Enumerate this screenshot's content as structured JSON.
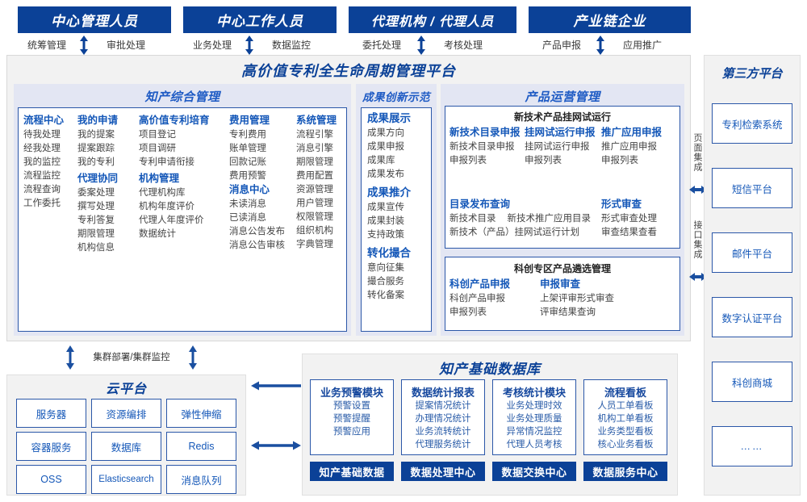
{
  "top_roles": [
    {
      "title": "中心管理人员",
      "left_action": "统筹管理",
      "right_action": "审批处理"
    },
    {
      "title": "中心工作人员",
      "left_action": "业务处理",
      "right_action": "数据监控"
    },
    {
      "title": "代理机构 / 代理人员",
      "left_action": "委托处理",
      "right_action": "考核处理"
    },
    {
      "title": "产业链企业",
      "left_action": "产品申报",
      "right_action": "应用推广"
    }
  ],
  "platform": {
    "title": "高价值专利全生命周期管理平台",
    "groups": {
      "ip_management": {
        "title": "知产综合管理",
        "columns": [
          {
            "sections": [
              {
                "head": "流程中心",
                "items": [
                  "待我处理",
                  "经我处理",
                  "我的监控",
                  "流程监控",
                  "流程查询",
                  "工作委托"
                ]
              }
            ]
          },
          {
            "sections": [
              {
                "head": "我的申请",
                "items": [
                  "我的提案",
                  "提案跟踪",
                  "我的专利"
                ]
              },
              {
                "head": "代理协同",
                "items": [
                  "委案处理",
                  "撰写处理",
                  "专利答复",
                  "期限管理",
                  "机构信息"
                ]
              }
            ]
          },
          {
            "sections": [
              {
                "head": "高价值专利培育",
                "items": [
                  "项目登记",
                  "项目调研",
                  "专利申请衔接"
                ]
              },
              {
                "head": "机构管理",
                "items": [
                  "代理机构库",
                  "机构年度评价",
                  "代理人年度评价",
                  "数据统计"
                ]
              }
            ]
          },
          {
            "sections": [
              {
                "head": "费用管理",
                "items": [
                  "专利费用",
                  "账单管理",
                  "回款记账",
                  "费用预警"
                ]
              },
              {
                "head": "消息中心",
                "items": [
                  "未读消息",
                  "已读消息",
                  "消息公告发布",
                  "消息公告审核"
                ]
              }
            ]
          },
          {
            "sections": [
              {
                "head": "系统管理",
                "items": [
                  "流程引擎",
                  "消息引擎",
                  "期限管理",
                  "费用配置",
                  "资源管理",
                  "用户管理",
                  "权限管理",
                  "组织机构",
                  "字典管理"
                ]
              }
            ]
          }
        ]
      },
      "achievement": {
        "title": "成果创新示范",
        "sections": [
          {
            "head": "成果展示",
            "items": [
              "成果方向",
              "成果申报",
              "成果库",
              "成果发布"
            ]
          },
          {
            "head": "成果推介",
            "items": [
              "成果宣传",
              "成果封装",
              "支持政策"
            ]
          },
          {
            "head": "转化撮合",
            "items": [
              "意向征集",
              "撮合服务",
              "转化备案"
            ]
          }
        ]
      },
      "product_ops": {
        "title": "产品运营管理",
        "sub_panels": [
          {
            "title": "新技术产品挂网试运行",
            "row1": [
              {
                "head": "新技术目录申报",
                "items": [
                  "新技术目录申报",
                  "申报列表"
                ]
              },
              {
                "head": "挂网试运行申报",
                "items": [
                  "挂网试运行申报",
                  "申报列表"
                ]
              },
              {
                "head": "推广应用申报",
                "items": [
                  "推广应用申报",
                  "申报列表"
                ]
              }
            ],
            "row2_left": {
              "head": "目录发布查询",
              "items_line1": [
                "新技术目录",
                "新技术推广应用目录"
              ],
              "items_line2": [
                "新技术（产品）挂网试运行计划"
              ]
            },
            "row2_right": {
              "head": "形式审查",
              "items": [
                "形式审查处理",
                "审查结果查看"
              ]
            }
          },
          {
            "title": "科创专区产品遴选管理",
            "columns": [
              {
                "head": "科创产品申报",
                "items": [
                  "科创产品申报",
                  "申报列表"
                ]
              },
              {
                "head": "申报审查",
                "items": [
                  "上架评审形式审查",
                  "评审结果查询"
                ]
              }
            ]
          }
        ]
      }
    },
    "integration_labels": [
      "页面集成",
      "接口集成"
    ]
  },
  "third_party": {
    "title": "第三方平台",
    "items": [
      "专利检索系统",
      "短信平台",
      "邮件平台",
      "数字认证平台",
      "科创商城",
      "……"
    ]
  },
  "cloud": {
    "cluster_label": "集群部署/集群监控",
    "title": "云平台",
    "cells": [
      "服务器",
      "资源编排",
      "弹性伸缩",
      "容器服务",
      "数据库",
      "Redis",
      "OSS",
      "Elasticsearch",
      "消息队列"
    ]
  },
  "database": {
    "title": "知产基础数据库",
    "columns": [
      {
        "head": "业务预警模块",
        "items": [
          "预警设置",
          "预警提醒",
          "预警应用"
        ],
        "footer": "知产基础数据"
      },
      {
        "head": "数据统计报表",
        "items": [
          "提案情况统计",
          "办理情况统计",
          "业务流转统计",
          "代理服务统计"
        ],
        "footer": "数据处理中心"
      },
      {
        "head": "考核统计模块",
        "items": [
          "业务处理时效",
          "业务处理质量",
          "异常情况监控",
          "代理人员考核"
        ],
        "footer": "数据交换中心"
      },
      {
        "head": "流程看板",
        "items": [
          "人员工单看板",
          "机构工单看板",
          "业务类型看板",
          "核心业务看板"
        ],
        "footer": "数据服务中心"
      }
    ]
  },
  "colors": {
    "header_blue": "#0B4197",
    "accent_blue": "#1457B8",
    "panel_tint": "#E3E6F3",
    "shell_gray": "#F2F2F2",
    "border_blue": "#2B57A8"
  }
}
